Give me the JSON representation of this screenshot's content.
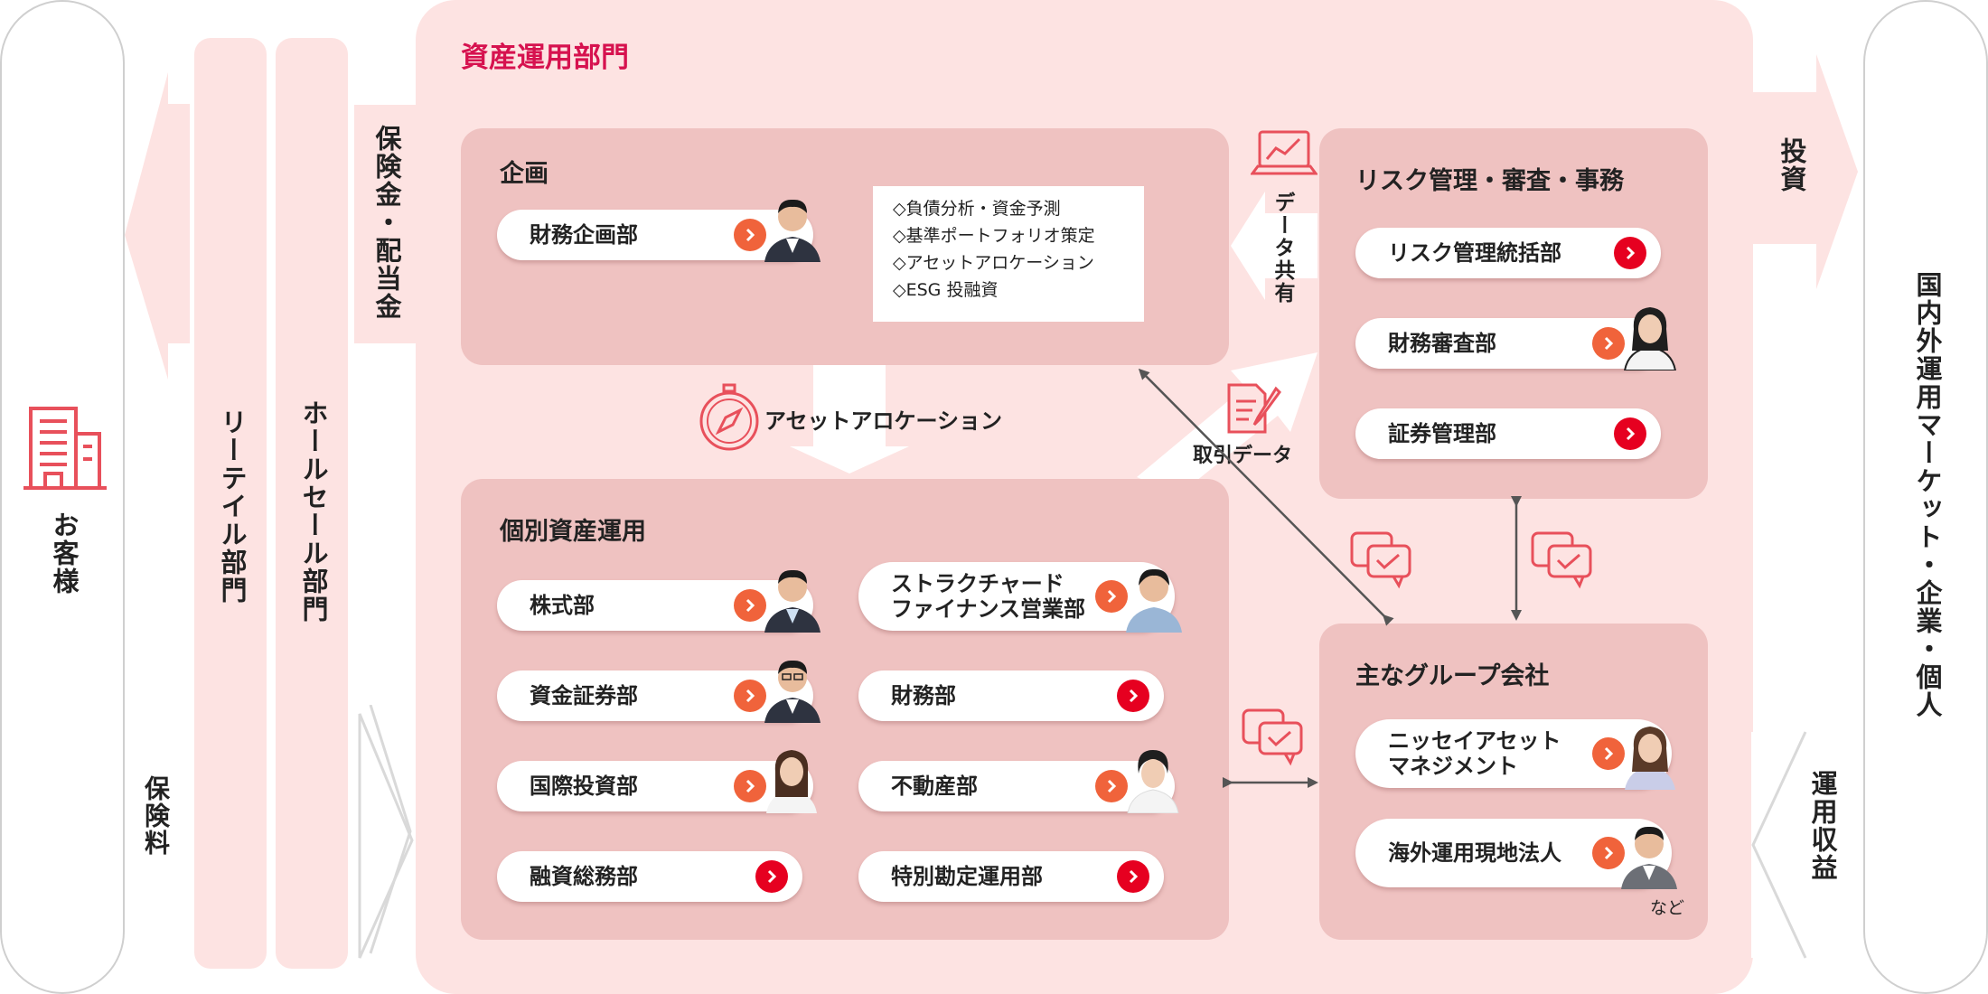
{
  "customers": {
    "label": "お客様"
  },
  "insurance_premium": "保険料",
  "retail": "リーテイル部門",
  "wholesale": "ホールセール部門",
  "insurance_dividend": "保険金・配当金",
  "division": {
    "title": "資産運用部門"
  },
  "planning": {
    "title": "企画",
    "dept": "財務企画部",
    "notes": [
      "◇負債分析・資金予測",
      "◇基準ポートフォリオ策定",
      "◇アセットアロケーション",
      "◇ESG 投融資"
    ]
  },
  "asset_allocation": "アセットアロケーション",
  "data_sharing": "データ共有",
  "trade_data": "取引データ",
  "invest": "投資",
  "returns": "運用収益",
  "market": "国内外運用マーケット・企業・個人",
  "risk": {
    "title": "リスク管理・審査・事務",
    "depts": [
      "リスク管理統括部",
      "財務審査部",
      "証券管理部"
    ]
  },
  "individual": {
    "title": "個別資産運用",
    "left": [
      "株式部",
      "資金証券部",
      "国際投資部",
      "融資総務部"
    ],
    "right": [
      "ストラクチャード\nファイナンス営業部",
      "財務部",
      "不動産部",
      "特別勘定運用部"
    ]
  },
  "group": {
    "title": "主なグループ会社",
    "depts": [
      "ニッセイアセット\nマネジメント",
      "海外運用現地法人"
    ],
    "etc": "など"
  },
  "colors": {
    "accent_red": "#e60020",
    "accent_orange": "#f0633b",
    "panel": "#efc2c1",
    "background": "#fde3e2",
    "title_pink": "#d6124f"
  }
}
